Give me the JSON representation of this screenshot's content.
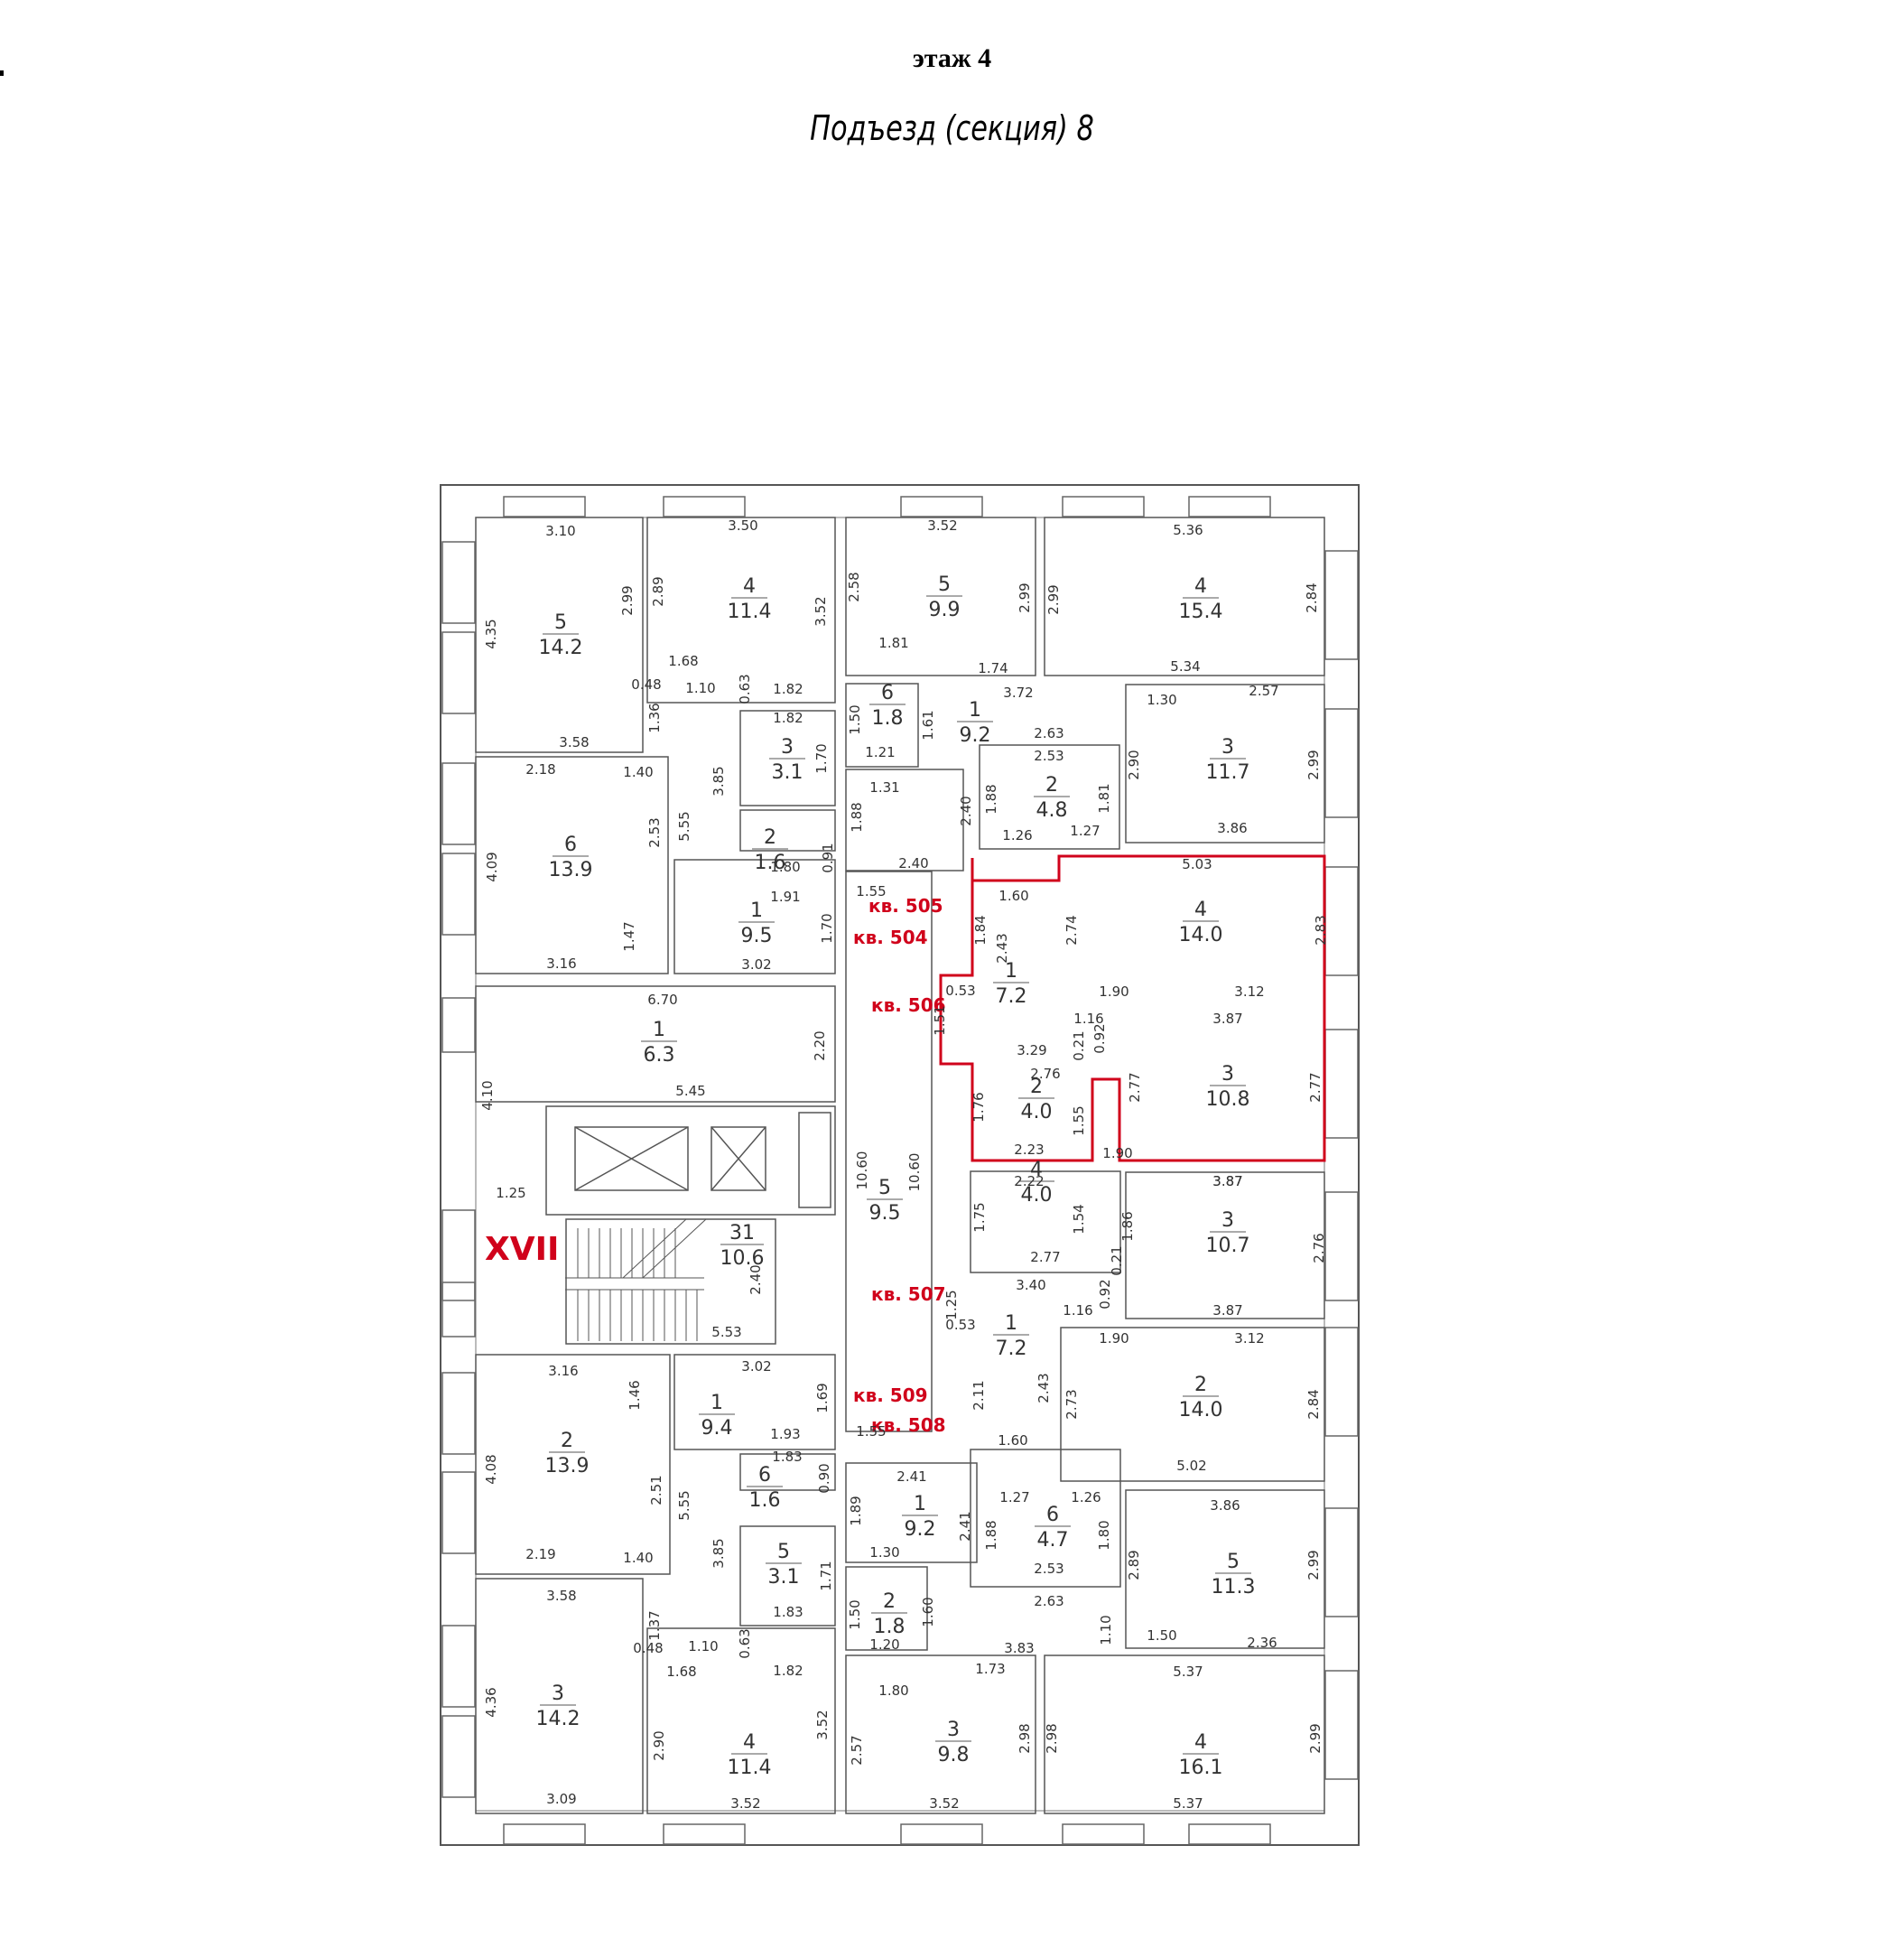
{
  "floor_title": "этаж 4",
  "section_title": "Подъезд (секция) 8",
  "colors": {
    "wall": "#555555",
    "highlight": "#d0021b",
    "label": "#d0021b"
  },
  "stair_label": "XVII",
  "apartments": [
    "кв. 505",
    "кв. 504",
    "кв. 506",
    "кв. 507",
    "кв. 509",
    "кв. 508"
  ],
  "rooms": [
    {
      "num": "5",
      "area": "14.2"
    },
    {
      "num": "4",
      "area": "11.4"
    },
    {
      "num": "5",
      "area": "9.9"
    },
    {
      "num": "4",
      "area": "15.4"
    },
    {
      "num": "6",
      "area": "1.8"
    },
    {
      "num": "1",
      "area": "9.2"
    },
    {
      "num": "3",
      "area": "3.1"
    },
    {
      "num": "3",
      "area": "11.7"
    },
    {
      "num": "2",
      "area": "4.8"
    },
    {
      "num": "6",
      "area": "13.9"
    },
    {
      "num": "2",
      "area": "1.6"
    },
    {
      "num": "1",
      "area": "9.5"
    },
    {
      "num": "4",
      "area": "14.0"
    },
    {
      "num": "1",
      "area": "7.2"
    },
    {
      "num": "1",
      "area": "6.3"
    },
    {
      "num": "3",
      "area": "10.8"
    },
    {
      "num": "2",
      "area": "4.0"
    },
    {
      "num": "5",
      "area": "9.5"
    },
    {
      "num": "4",
      "area": "4.0"
    },
    {
      "num": "3",
      "area": "10.7"
    },
    {
      "num": "31",
      "area": "10.6"
    },
    {
      "num": "1",
      "area": "7.2"
    },
    {
      "num": "2",
      "area": "14.0"
    },
    {
      "num": "2",
      "area": "13.9"
    },
    {
      "num": "1",
      "area": "9.4"
    },
    {
      "num": "6",
      "area": "1.6"
    },
    {
      "num": "1",
      "area": "9.2"
    },
    {
      "num": "6",
      "area": "4.7"
    },
    {
      "num": "5",
      "area": "11.3"
    },
    {
      "num": "5",
      "area": "3.1"
    },
    {
      "num": "2",
      "area": "1.8"
    },
    {
      "num": "3",
      "area": "14.2"
    },
    {
      "num": "4",
      "area": "11.4"
    },
    {
      "num": "3",
      "area": "9.8"
    },
    {
      "num": "4",
      "area": "16.1"
    }
  ],
  "dims": [
    "3.10",
    "2.99",
    "4.35",
    "0.48",
    "3.58",
    "3.50",
    "2.89",
    "3.52",
    "1.68",
    "1.10",
    "0.63",
    "1.82",
    "3.52",
    "2.58",
    "2.99",
    "1.81",
    "5.36",
    "2.99",
    "2.84",
    "5.34",
    "1.74",
    "3.72",
    "1.50",
    "1.21",
    "1.61",
    "1.36",
    "1.82",
    "3.85",
    "1.70",
    "1.30",
    "2.57",
    "2.90",
    "2.99",
    "3.86",
    "2.63",
    "2.53",
    "1.88",
    "1.81",
    "1.26",
    "1.27",
    "1.31",
    "1.88",
    "2.40",
    "2.18",
    "1.40",
    "4.09",
    "2.53",
    "5.55",
    "1.80",
    "0.91",
    "1.91",
    "1.47",
    "3.16",
    "3.02",
    "2.40",
    "1.55",
    "1.70",
    "5.03",
    "1.60",
    "1.84",
    "2.43",
    "2.74",
    "2.83",
    "0.53",
    "1.90",
    "3.12",
    "6.70",
    "2.20",
    "4.10",
    "5.45",
    "1.51",
    "1.16",
    "0.92",
    "3.87",
    "3.29",
    "2.76",
    "0.21",
    "2.77",
    "2.77",
    "1.76",
    "1.55",
    "2.23",
    "3.87",
    "1.90",
    "1.25",
    "10.60",
    "10.60",
    "2.22",
    "3.87",
    "1.75",
    "1.54",
    "1.86",
    "2.76",
    "2.77",
    "0.21",
    "3.40",
    "2.40",
    "5.53",
    "0.92",
    "1.25",
    "0.53",
    "1.16",
    "3.87",
    "1.90",
    "3.12",
    "3.16",
    "3.02",
    "1.46",
    "2.11",
    "2.43",
    "2.73",
    "2.84",
    "1.69",
    "1.93",
    "1.60",
    "5.02",
    "1.55",
    "4.08",
    "2.51",
    "5.55",
    "1.83",
    "0.90",
    "2.41",
    "1.89",
    "2.41",
    "1.27",
    "1.26",
    "1.88",
    "1.80",
    "3.86",
    "2.89",
    "2.99",
    "2.19",
    "1.40",
    "3.85",
    "1.71",
    "1.30",
    "2.53",
    "1.83",
    "1.50",
    "1.60",
    "2.63",
    "1.10",
    "1.50",
    "2.36",
    "3.58",
    "1.37",
    "1.20",
    "3.83",
    "0.48",
    "1.10",
    "1.68",
    "0.63",
    "1.82",
    "1.73",
    "4.36",
    "2.90",
    "3.52",
    "1.80",
    "5.37",
    "2.57",
    "2.98",
    "2.98",
    "2.99",
    "3.09",
    "3.52",
    "3.52",
    "5.37"
  ]
}
